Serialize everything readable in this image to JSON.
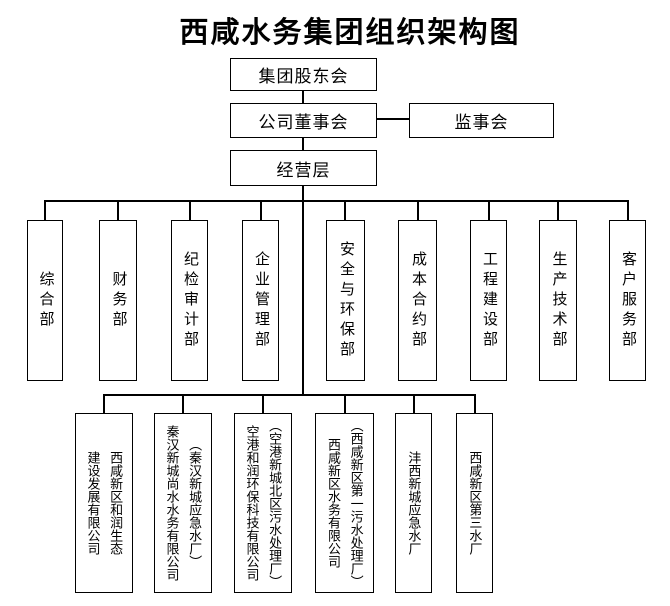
{
  "title": "西咸水务集团组织架构图",
  "hierarchy": {
    "shareholders": "集团股东会",
    "board": "公司董事会",
    "supervisory": "监事会",
    "management": "经营层"
  },
  "departments": [
    "综合部",
    "财务部",
    "纪检审计部",
    "企业管理部",
    "安全与环保部",
    "成本合约部",
    "工程建设部",
    "生产技术部",
    "客户服务部"
  ],
  "subsidiaries": [
    {
      "columns": [
        "建设发展有限公司",
        "西咸新区和润生态"
      ]
    },
    {
      "columns": [
        "秦汉新城尚水水务有限公司",
        "（秦汉新城应急水厂）"
      ]
    },
    {
      "columns": [
        "空港和润环保科技有限公司",
        "（空港新城北区污水处理厂）"
      ]
    },
    {
      "columns": [
        "西咸新区水务有限公司",
        "（西咸新区第一污水处理厂）"
      ]
    },
    {
      "columns": [
        "沣西新城应急水厂"
      ]
    },
    {
      "columns": [
        "西咸新区第三水厂"
      ]
    }
  ],
  "colors": {
    "background": "#ffffff",
    "line": "#000000",
    "text": "#000000"
  }
}
